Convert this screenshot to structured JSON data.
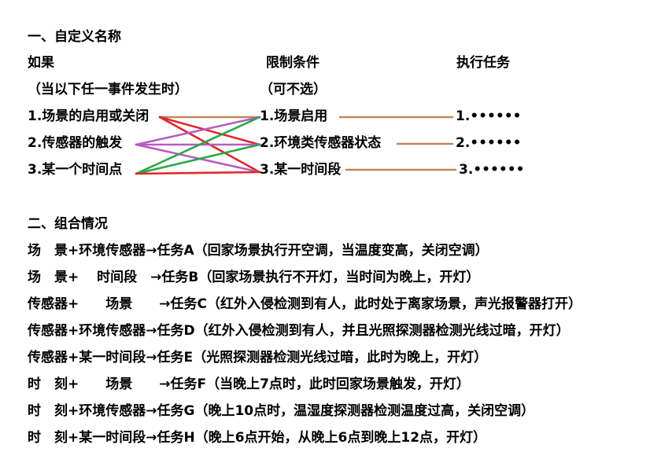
{
  "section1": {
    "heading": "一、自定义名称",
    "col_if_label": "如果",
    "col_if_note": "（当以下任一事件发生时）",
    "col_cond_label": "限制条件",
    "col_cond_note": "（可不选）",
    "col_task_label": "执行任务",
    "triggers": [
      "1.场景的启用或关闭",
      "2.传感器的触发",
      "3.某一个时间点"
    ],
    "conditions": [
      "1.场景启用",
      "2.环境类传感器状态",
      "3.某一时间段"
    ],
    "tasks": [
      "1.••••••",
      "2.••••••",
      "3.••••••"
    ]
  },
  "links": {
    "colors": {
      "brown": "#c0875f",
      "red": "#e0262c",
      "purple": "#b85bc0",
      "green": "#2aa54a"
    },
    "trigger_to_condition": [
      {
        "from": 1,
        "to": 1,
        "color": "brown"
      },
      {
        "from": 1,
        "to": 2,
        "color": "red"
      },
      {
        "from": 1,
        "to": 3,
        "color": "red"
      },
      {
        "from": 2,
        "to": 1,
        "color": "purple"
      },
      {
        "from": 2,
        "to": 2,
        "color": "purple"
      },
      {
        "from": 2,
        "to": 3,
        "color": "purple"
      },
      {
        "from": 3,
        "to": 1,
        "color": "green"
      },
      {
        "from": 3,
        "to": 2,
        "color": "green"
      },
      {
        "from": 3,
        "to": 3,
        "color": "red"
      }
    ],
    "condition_to_task": [
      {
        "from": 1,
        "to": 1,
        "color": "brown"
      },
      {
        "from": 2,
        "to": 2,
        "color": "brown"
      },
      {
        "from": 3,
        "to": 3,
        "color": "brown"
      }
    ]
  },
  "section2": {
    "heading": "二、组合情况",
    "rows": [
      "场　景+环境传感器→任务A（回家场景执行开空调，当温度变高，关闭空调）",
      "场　景+　 时间段　→任务B（回家场景执行不开灯，当时间为晚上，开灯）",
      "传感器+　　场景　　→任务C（红外入侵检测到有人，此时处于离家场景，声光报警器打开）",
      "传感器+环境传感器→任务D（红外入侵检测到有人，并且光照探测器检测光线过暗，开灯）",
      "传感器+某一时间段→任务E（光照探测器检测光线过暗，此时为晚上，开灯）",
      "时　刻+　　场景　　→任务F（当晚上7点时，此时回家场景触发，开灯）",
      "时　刻+环境传感器→任务G（晚上10点时，温湿度探测器检测温度过高，关闭空调）",
      "时　刻+某一时间段→任务H（晚上6点开始，从晚上6点到晚上12点，开灯）"
    ]
  }
}
